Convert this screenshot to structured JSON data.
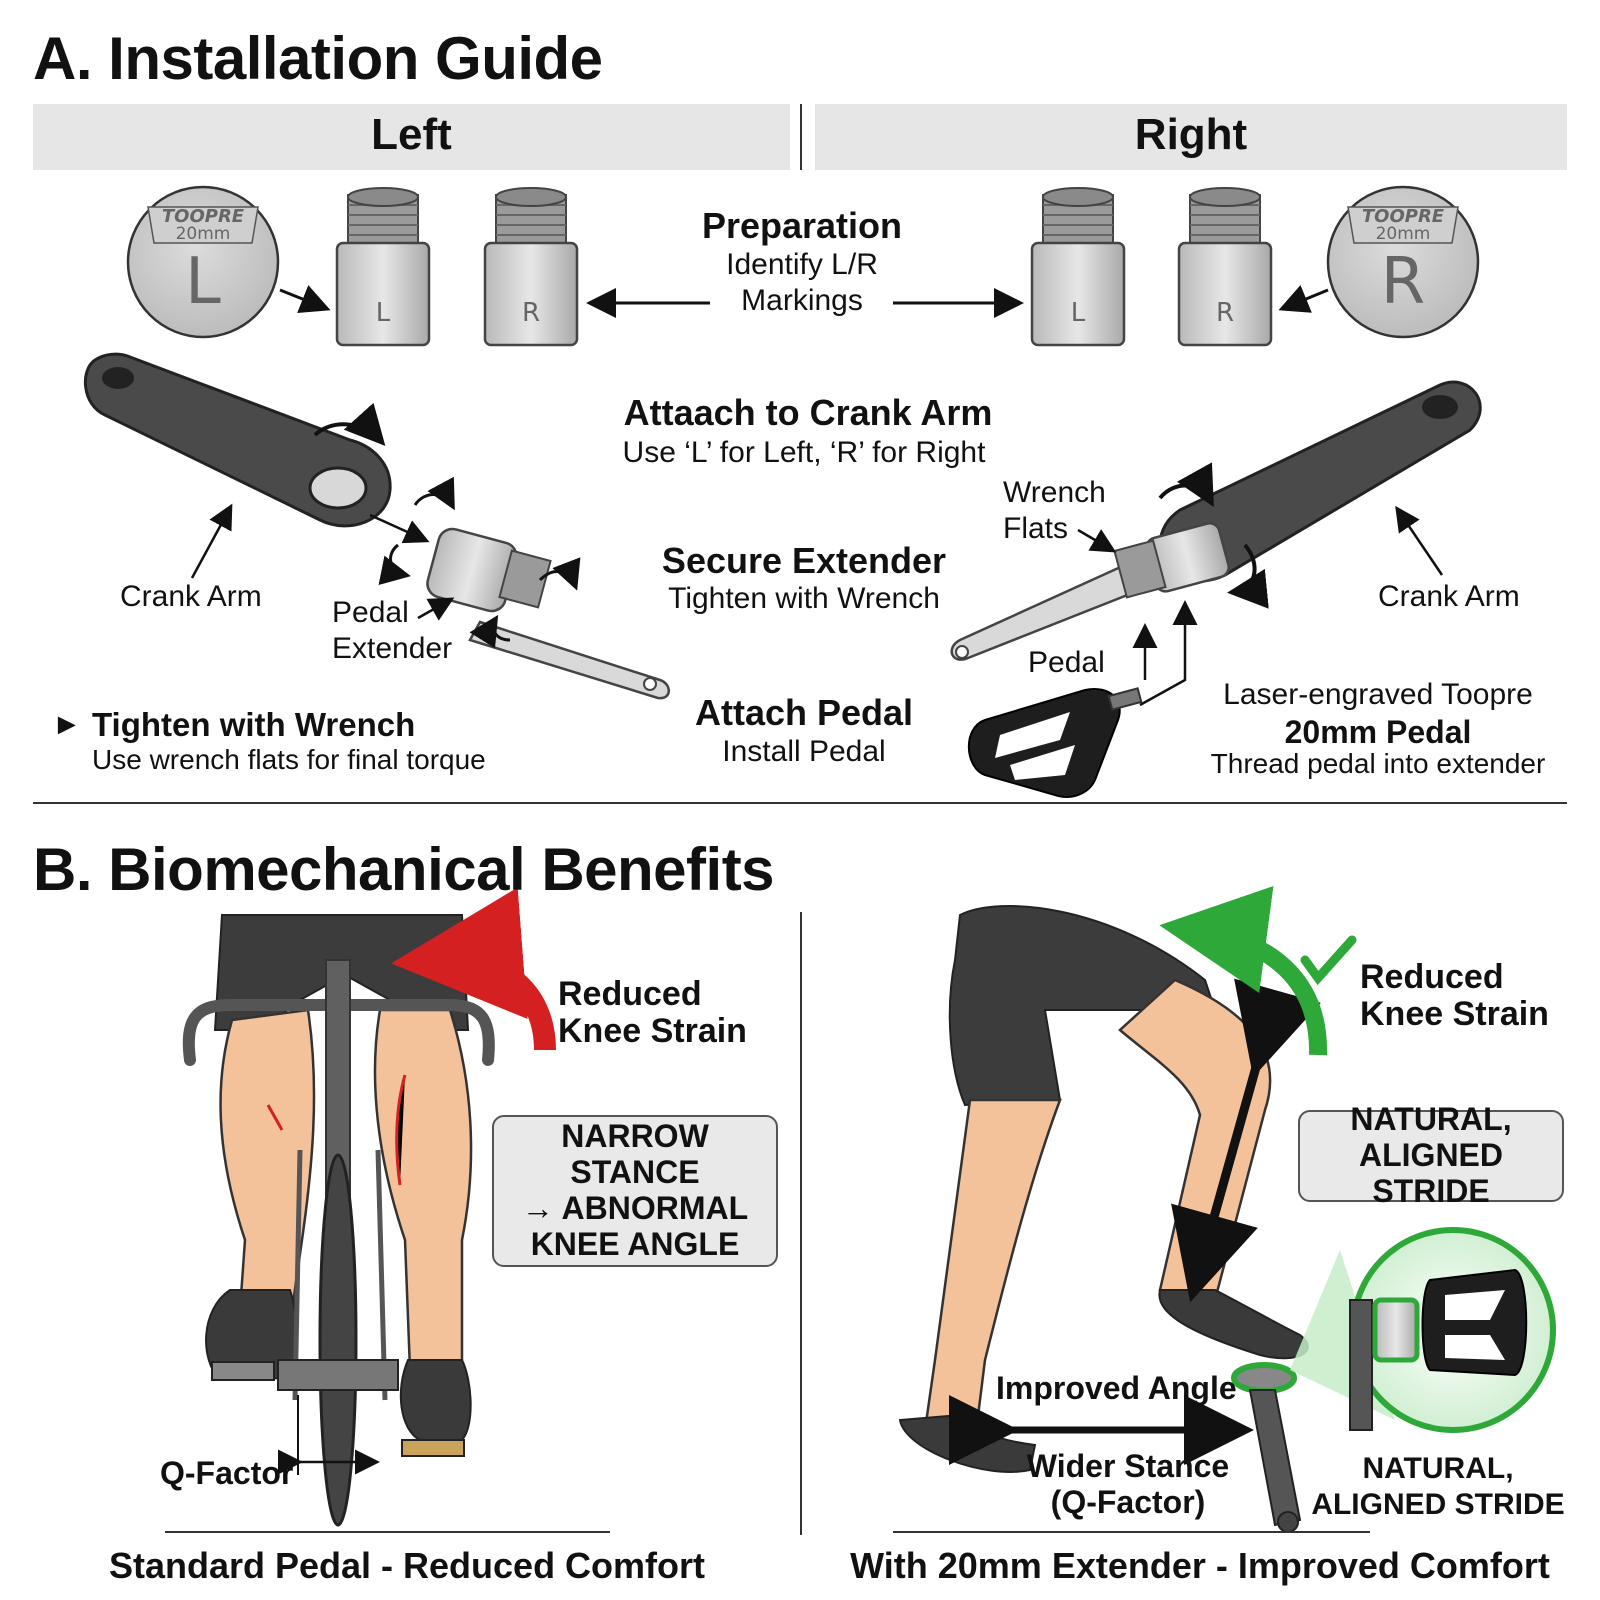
{
  "section_a": {
    "title": "A. Installation Guide",
    "left_header": "Left",
    "right_header": "Right",
    "preparation": {
      "title": "Preparation",
      "line1": "Identify L/R",
      "line2": "Markings"
    },
    "attach_crank": {
      "title": "Attaach to Crank Arm",
      "sub": "Use ‘L’ for Left, ‘R’ for Right"
    },
    "secure_extender": {
      "title": "Secure Extender",
      "sub": "Tighten with Wrench"
    },
    "attach_pedal": {
      "title": "Attach Pedal",
      "sub": "Install Pedal"
    },
    "tighten": {
      "marker": "►",
      "title": "Tighten with Wrench",
      "sub": "Use wrench flats for final torque"
    },
    "left_labels": {
      "crank_arm": "Crank Arm",
      "pedal": "Pedal",
      "extender": "Extender"
    },
    "right_labels": {
      "wrench": "Wrench",
      "flats": "Flats",
      "crank_arm": "Crank Arm",
      "pedal": "Pedal",
      "laser_line1": "Laser-engraved Toopre",
      "laser_line2": "20mm Pedal",
      "laser_line3": "Thread pedal into extender"
    },
    "badges": {
      "brand": "TOOPRE",
      "size": "20mm",
      "left_letter": "L",
      "right_letter": "R",
      "ext_left": "L",
      "ext_right": "R"
    }
  },
  "section_b": {
    "title": "B. Biomechanical Benefits",
    "left": {
      "strain_line1": "Reduced",
      "strain_line2": "Knee Strain",
      "callout": "NARROW STANCE\n→ ABNORMAL\nKNEE ANGLE",
      "qfactor": "Q-Factor",
      "caption": "Standard Pedal - Reduced Comfort"
    },
    "right": {
      "strain_line1": "Reduced",
      "strain_line2": "Knee Strain",
      "callout": "NATURAL,\nALIGNED STRIDE",
      "improved": "Improved Angle",
      "wider1": "Wider Stance",
      "wider2": "(Q-Factor)",
      "natural1": "NATURAL,",
      "natural2": "ALIGNED STRIDE",
      "caption": "With 20mm Extender - Improved Comfort"
    },
    "colors": {
      "red_arrow": "#d42020",
      "green_arrow": "#2fa83a",
      "skin": "#f4c29a",
      "short": "#3c3c3c"
    }
  }
}
